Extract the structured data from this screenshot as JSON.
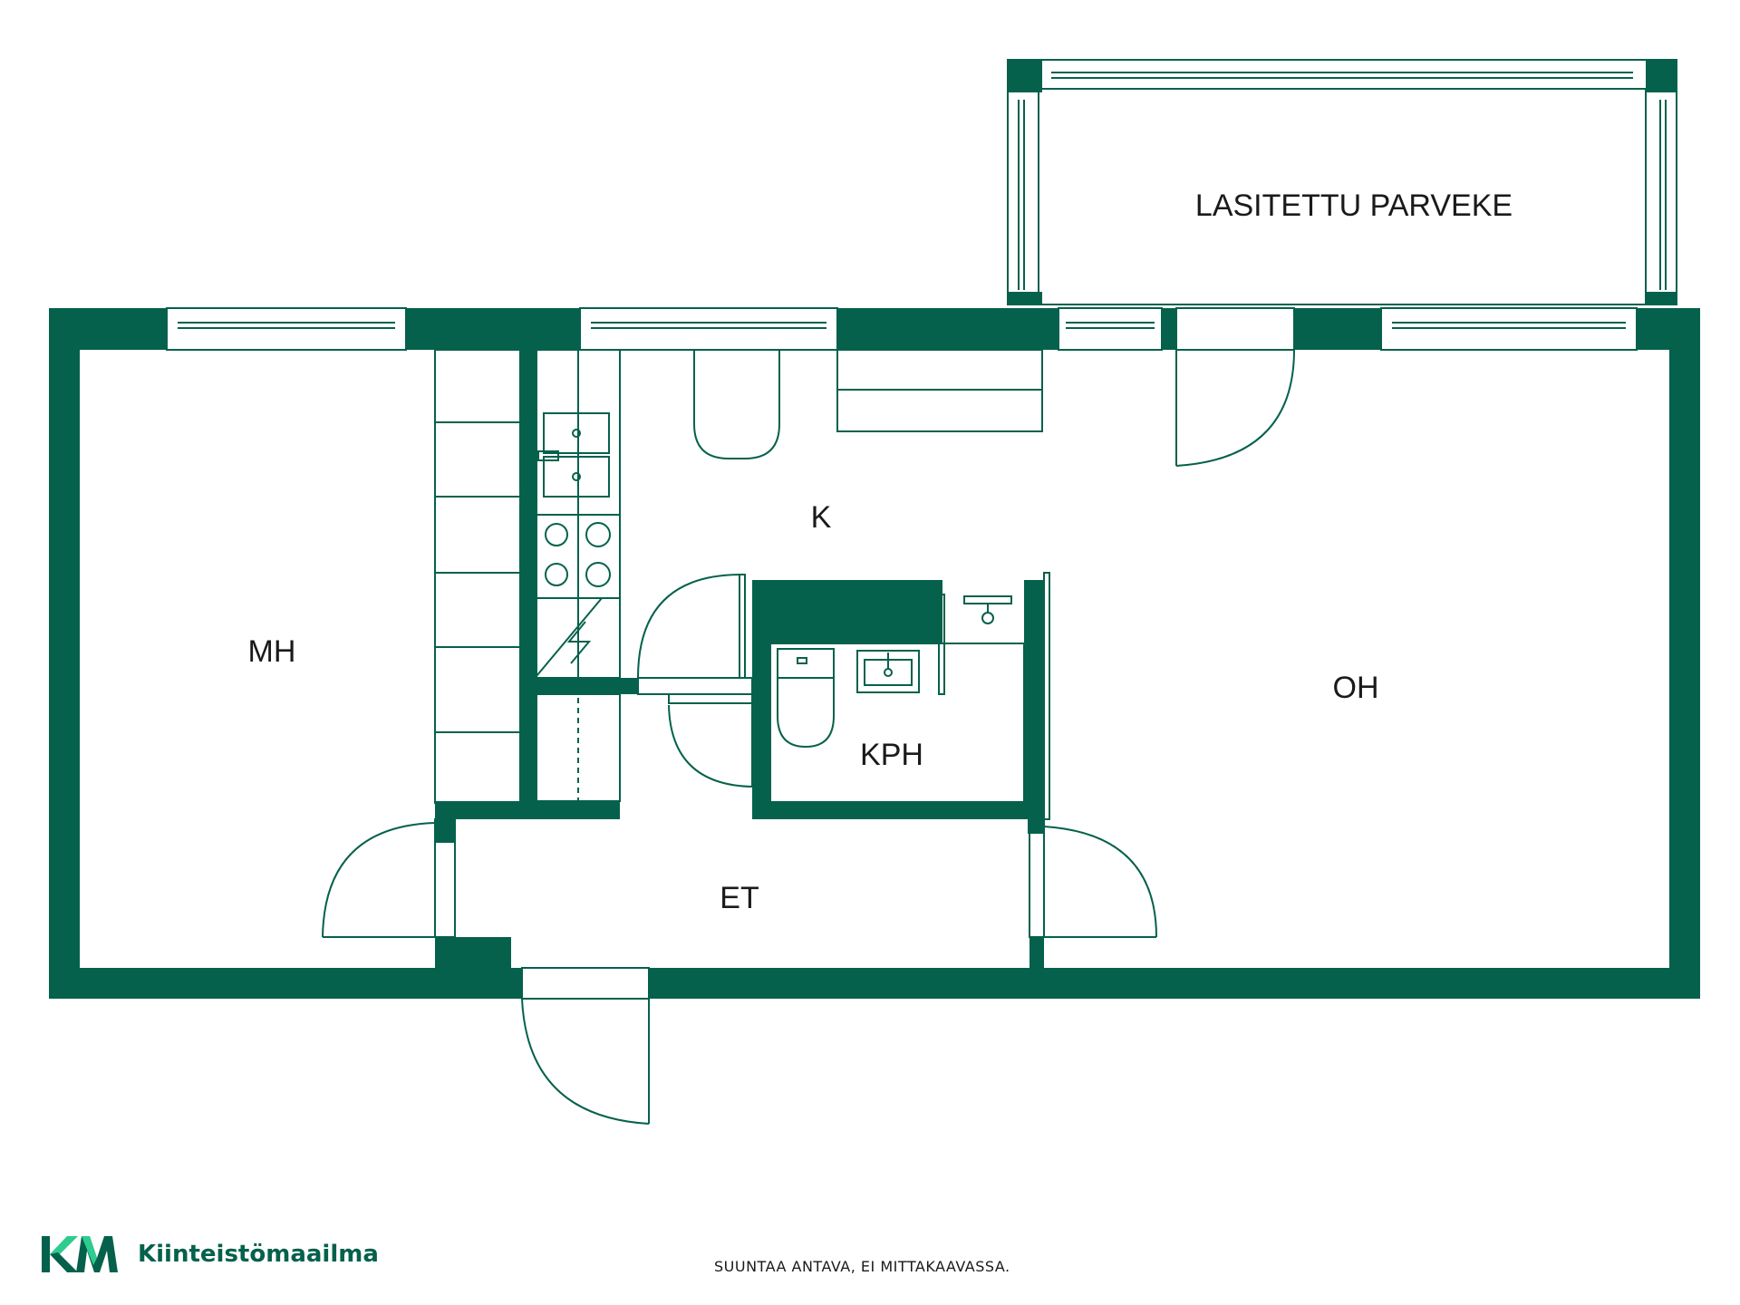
{
  "colors": {
    "wall": "#05614c",
    "line": "#05614c",
    "logo_green": "#05614c",
    "logo_light": "#2ecc8f",
    "text": "#1a1a1a",
    "background": "#ffffff"
  },
  "rooms": {
    "balcony": "LASITETTU PARVEKE",
    "kitchen": "K",
    "bedroom": "MH",
    "living": "OH",
    "bathroom": "KPH",
    "hall": "ET"
  },
  "footer": {
    "disclaimer": "SUUNTAA ANTAVA, EI MITTAKAAVASSA."
  },
  "brand": {
    "logo_icon": "km-logo-icon",
    "logo_text": "KM",
    "name": "Kiinteistömaailma"
  }
}
